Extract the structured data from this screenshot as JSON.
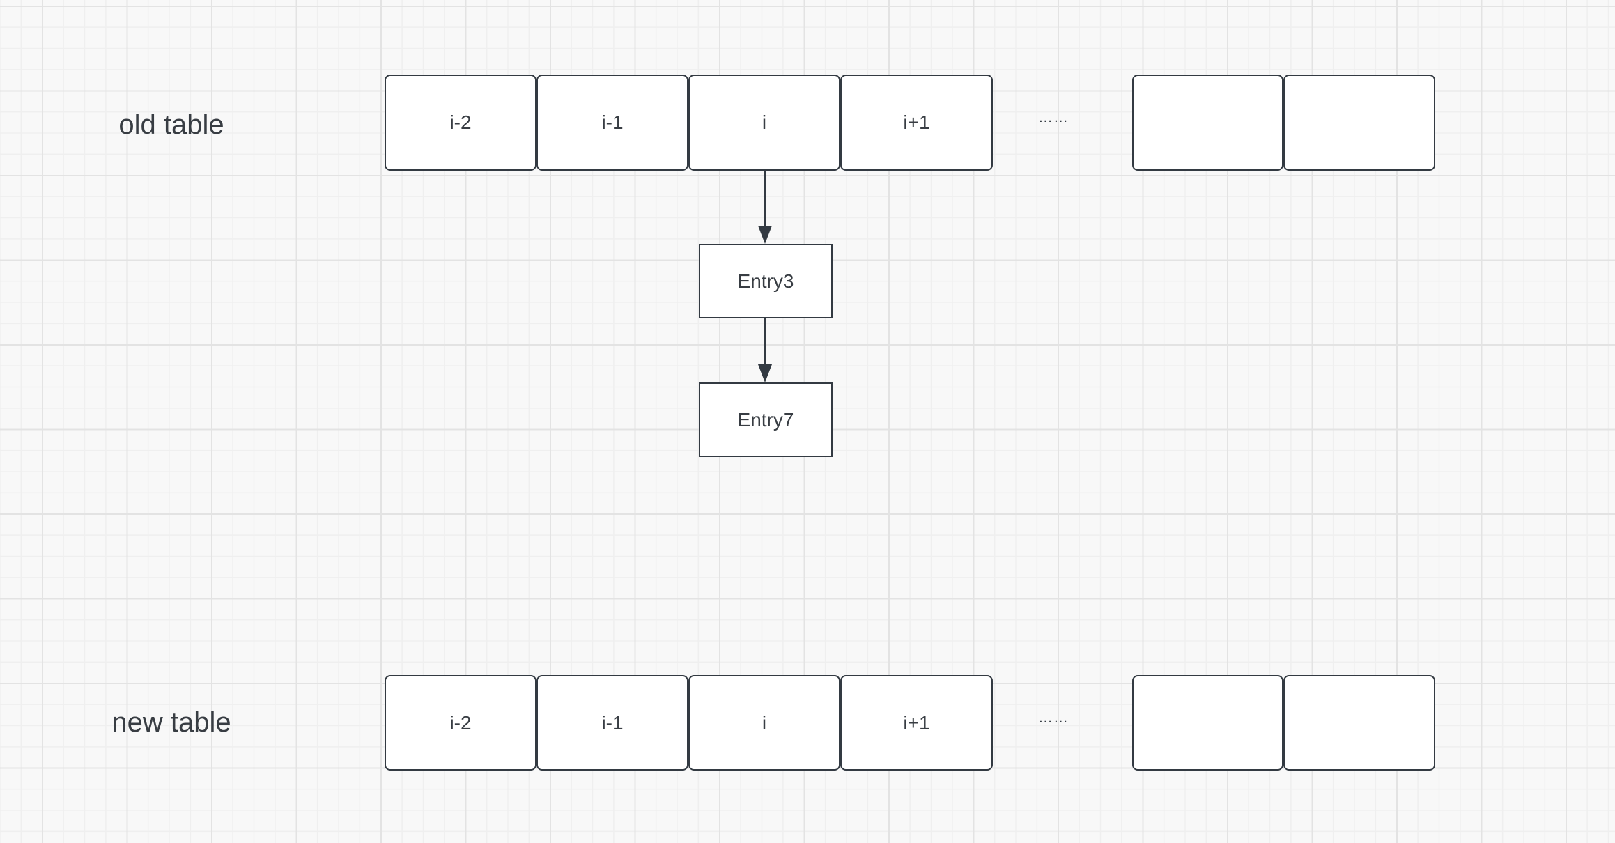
{
  "canvas": {
    "type": "diagram-grid-canvas",
    "colors": {
      "background": "#F8F8F8",
      "grid_minor": "#EFEFEF",
      "grid_major": "#E3E3E3",
      "shape_fill": "#FFFFFF",
      "shape_stroke": "#333A42",
      "text": "#383D43"
    }
  },
  "labels": {
    "old_table": "old table",
    "new_table": "new table"
  },
  "old_row": {
    "cells": [
      {
        "label": "i-2"
      },
      {
        "label": "i-1"
      },
      {
        "label": "i"
      },
      {
        "label": "i+1"
      }
    ],
    "ellipsis": "……",
    "trailing_empty_cells": 2
  },
  "new_row": {
    "cells": [
      {
        "label": "i-2"
      },
      {
        "label": "i-1"
      },
      {
        "label": "i"
      },
      {
        "label": "i+1"
      }
    ],
    "ellipsis": "……",
    "trailing_empty_cells": 2
  },
  "chain": {
    "entries": [
      {
        "label": "Entry3"
      },
      {
        "label": "Entry7"
      }
    ]
  }
}
